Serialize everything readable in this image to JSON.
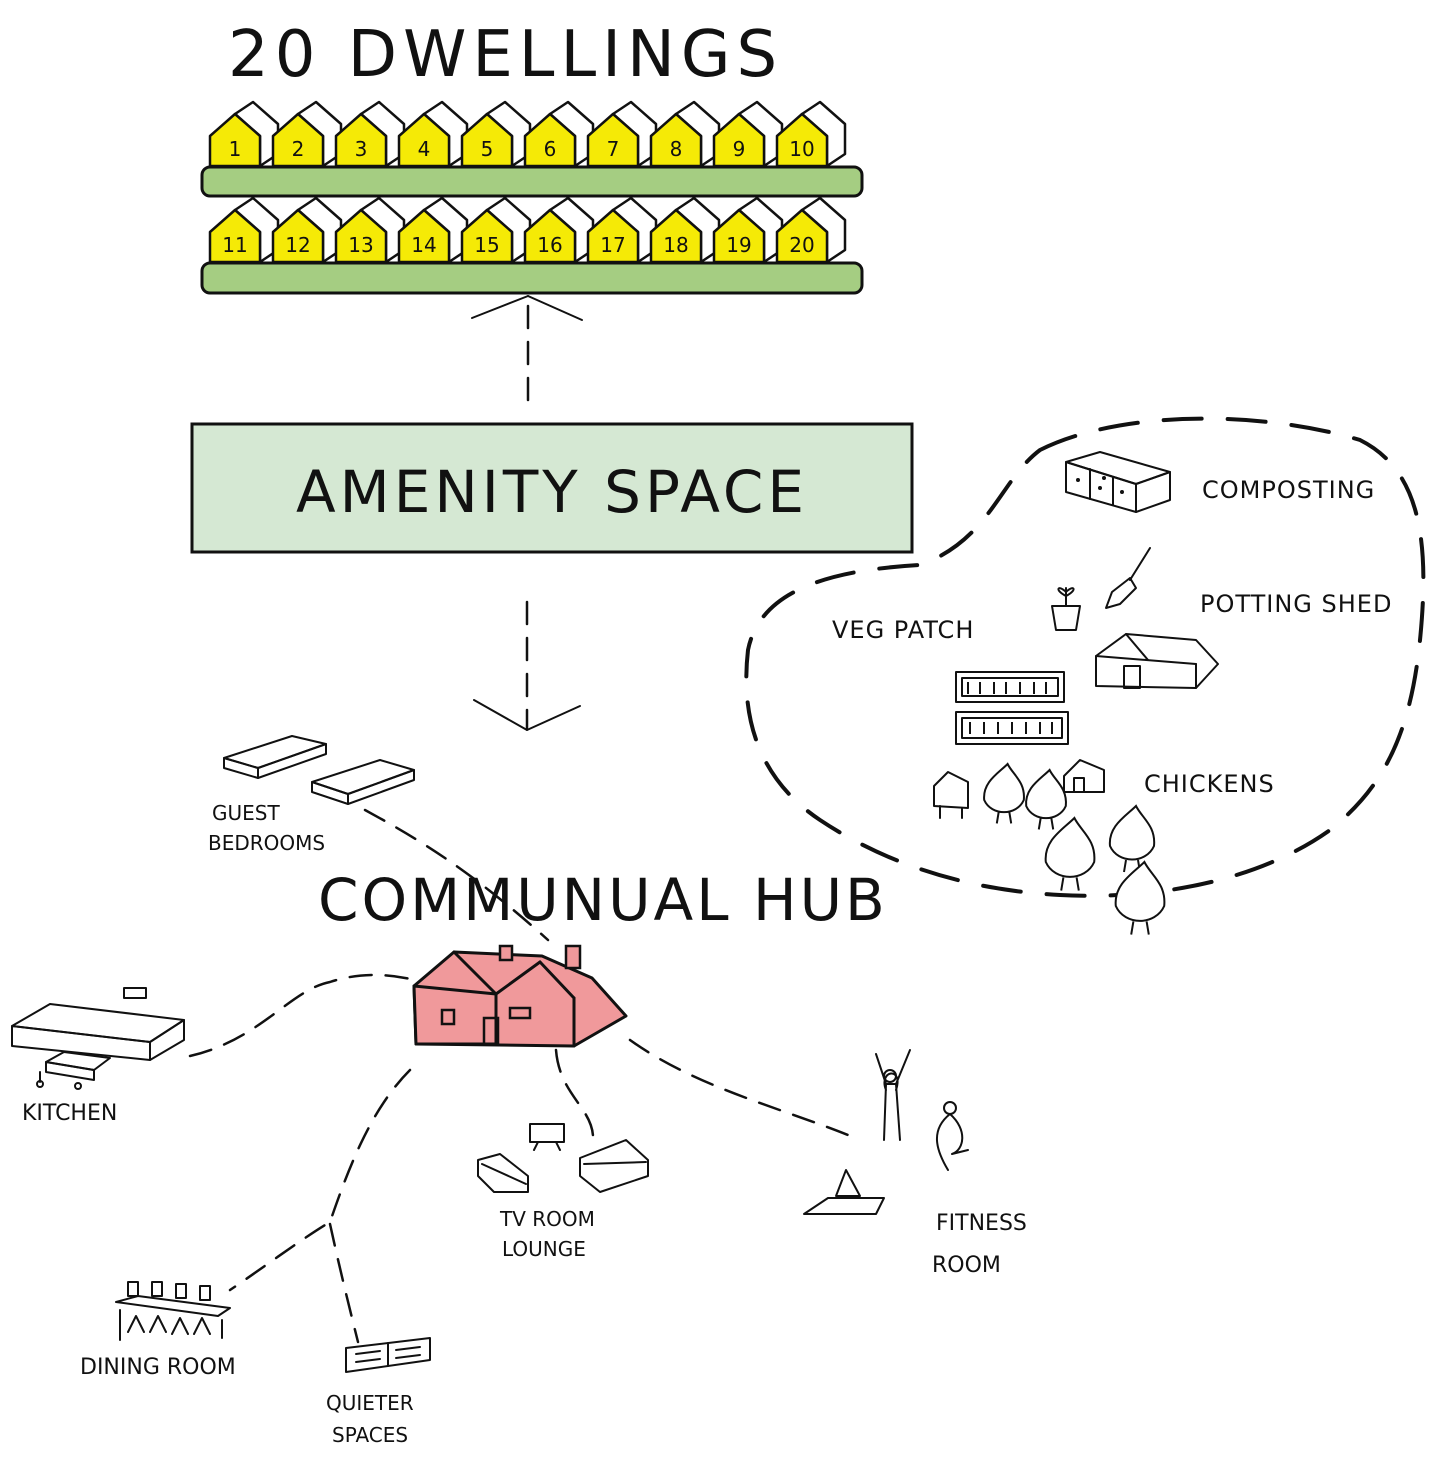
{
  "title": "20 DWELLINGS",
  "dwellings": {
    "row1": [
      "1",
      "2",
      "3",
      "4",
      "5",
      "6",
      "7",
      "8",
      "9",
      "10"
    ],
    "row2": [
      "11",
      "12",
      "13",
      "14",
      "15",
      "16",
      "17",
      "18",
      "19",
      "20"
    ]
  },
  "amenity_label": "AMENITY SPACE",
  "hub_label": "COMMUNUAL HUB",
  "garden": {
    "composting": "COMPOSTING",
    "veg_patch": "VEG PATCH",
    "potting_shed": "POTTING SHED",
    "chickens": "CHICKENS"
  },
  "rooms": {
    "guest_line1": "GUEST",
    "guest_line2": "BEDROOMS",
    "kitchen": "KITCHEN",
    "tv_line1": "TV ROOM",
    "tv_line2": "LOUNGE",
    "fitness_line1": "FITNESS",
    "fitness_line2": "ROOM",
    "dining": "DINING ROOM",
    "quiet_line1": "QUIETER",
    "quiet_line2": "SPACES"
  },
  "colors": {
    "house_fill": "#f5ea06",
    "green_strip": "#a5cd82",
    "amenity_fill": "#d5e8d3",
    "hub_fill": "#f0999b",
    "ink": "#111111"
  }
}
